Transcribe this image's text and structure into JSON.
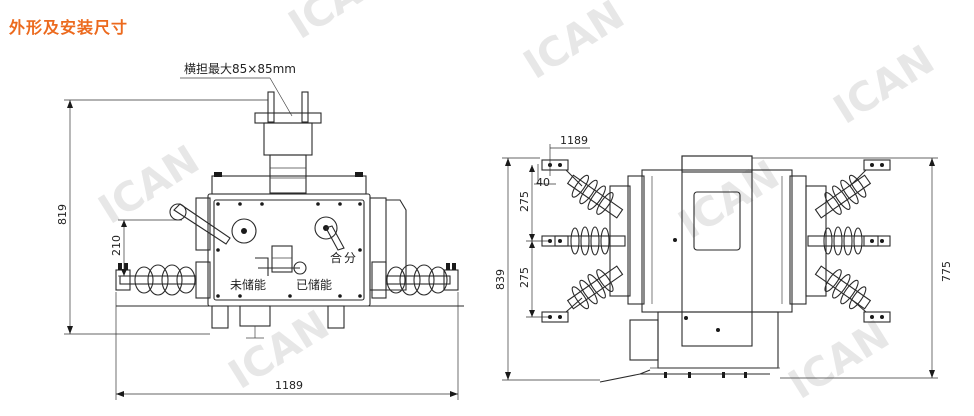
{
  "header": {
    "title": "外形及安装尺寸"
  },
  "front_view": {
    "crossarm_note": "横担最大85×85mm",
    "height_dim": "819",
    "offset_dim": "210",
    "width_dim": "1189",
    "label_uncharged": "未储能",
    "label_charged": "已储能",
    "label_close": "合",
    "label_open": "分"
  },
  "side_view": {
    "top_dim": "1189",
    "small_dim": "40",
    "spacing_dim_1": "275",
    "spacing_dim_2": "275",
    "height_dim_left": "839",
    "height_dim_right": "775"
  },
  "watermark": {
    "brand": "ICAN"
  }
}
